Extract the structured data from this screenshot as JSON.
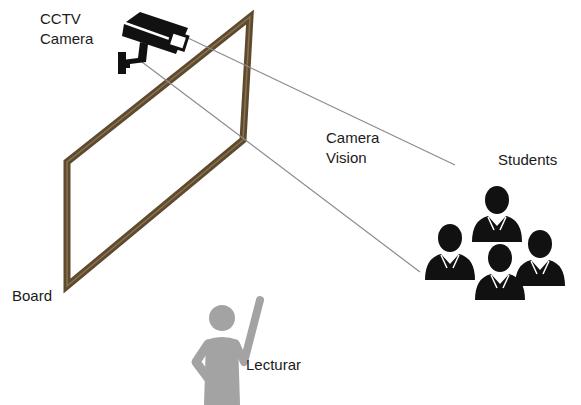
{
  "diagram": {
    "labels": [
      "CCTV Camera",
      "Camera Vision",
      "Students",
      "Board",
      "Lecturar"
    ]
  }
}
